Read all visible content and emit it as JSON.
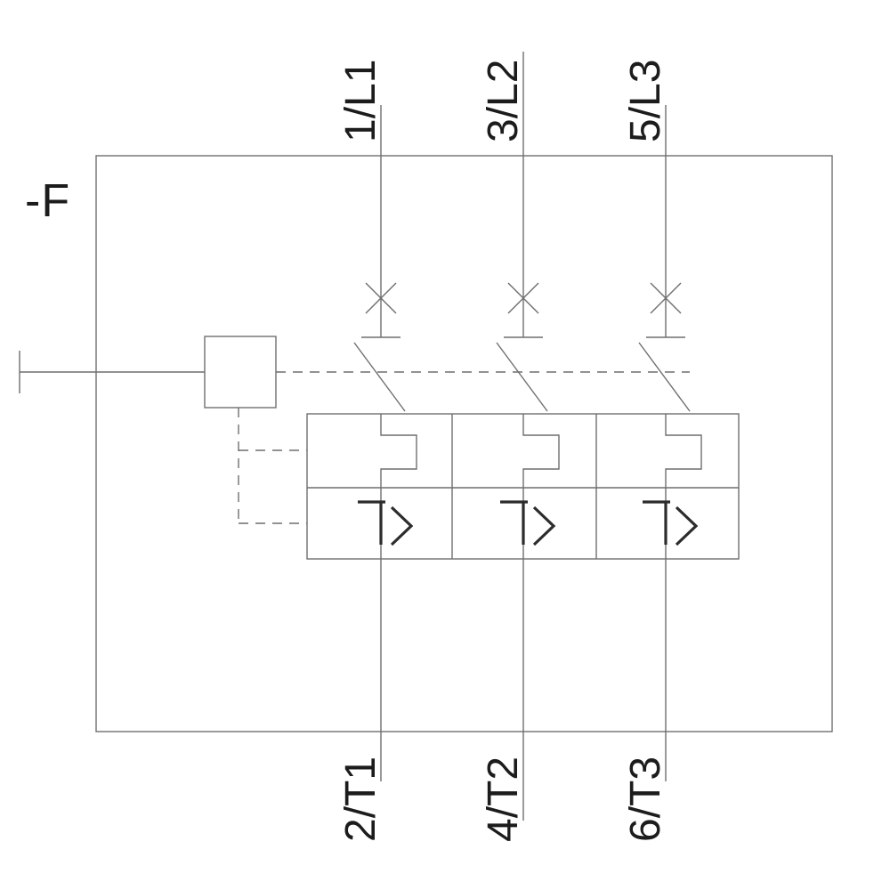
{
  "colors": {
    "background": "#ffffff",
    "line": "#6f6f6f",
    "symbol": "#2c2c2c",
    "text": "#1c1c1c"
  },
  "device_tag": "-F",
  "terminals": {
    "top": [
      "1/L1",
      "3/L2",
      "5/L3"
    ],
    "bottom": [
      "2/T1",
      "4/T2",
      "6/T3"
    ]
  },
  "symbols": {
    "breaker_contact": "x-cross",
    "thermal_overload_release": "rectangular-detour",
    "overcurrent_release": "I>",
    "mechanical_coupling": "dashed-line",
    "operating_mechanism": "square-box"
  }
}
